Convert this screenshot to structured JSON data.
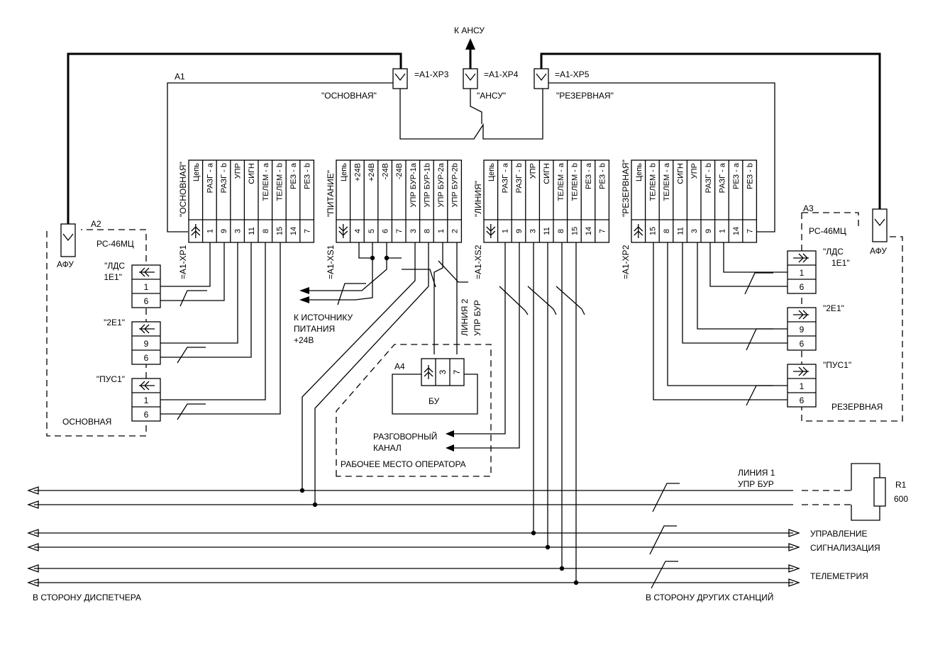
{
  "top": {
    "ansu_arrow": "К АНСУ",
    "a1": "A1",
    "xp3": "=A1-XP3",
    "xp4": "=A1-XP4",
    "xp5": "=A1-XP5",
    "osnovnaya": "\"ОСНОВНАЯ\"",
    "ansu": "\"АНСУ\"",
    "rezervnaya": "\"РЕЗЕРВНАЯ\""
  },
  "conn_xp1": {
    "title": "\"ОСНОВНАЯ\"",
    "ref": "=A1-XP1",
    "labels": [
      "Цепь",
      "РАЗГ - a",
      "РАЗГ - b",
      "УПР",
      "СИГН",
      "ТЕЛЕМ - a",
      "ТЕЛЕМ - b",
      "РЕЗ - a",
      "РЕЗ - b"
    ],
    "pins": [
      "1",
      "9",
      "3",
      "11",
      "8",
      "15",
      "14",
      "7"
    ]
  },
  "conn_xs1": {
    "title": "\"ПИТАНИЕ\"",
    "ref": "=A1-XS1",
    "labels": [
      "Цепь",
      "+24В",
      "+24В",
      "-24В",
      "-24В",
      "УПР БУР-1a",
      "УПР БУР-1b",
      "УПР БУР-2a",
      "УПР БУР-2b"
    ],
    "pins": [
      "4",
      "5",
      "6",
      "7",
      "3",
      "8",
      "1",
      "2"
    ]
  },
  "conn_xs2": {
    "title": "\"ЛИНИЯ\"",
    "ref": "=A1-XS2",
    "labels": [
      "Цепь",
      "РАЗГ - a",
      "РАЗГ - b",
      "УПР",
      "СИГН",
      "ТЕЛЕМ - a",
      "ТЕЛЕМ - b",
      "РЕЗ - a",
      "РЕЗ - b"
    ],
    "pins": [
      "1",
      "9",
      "3",
      "11",
      "8",
      "15",
      "14",
      "7"
    ]
  },
  "conn_xp2": {
    "title": "\"РЕЗЕРВНАЯ\"",
    "ref": "=A1-XP2",
    "labels": [
      "Цепь",
      "ТЕЛЕМ - b",
      "ТЕЛЕМ - a",
      "СИГН",
      "УПР",
      "РАЗГ - b",
      "РАЗГ - a",
      "РЕЗ - a",
      "РЕЗ - b"
    ],
    "pins": [
      "15",
      "8",
      "11",
      "3",
      "9",
      "1",
      "14",
      "7"
    ]
  },
  "a2": {
    "ref": "A2",
    "model": "РС-46МЦ",
    "afu": "АФУ",
    "footer": "ОСНОВНАЯ",
    "groups": [
      {
        "name": "\"ЛДС",
        "name2": "1Е1\"",
        "pins": [
          "1",
          "6"
        ]
      },
      {
        "name": "\"2Е1\"",
        "name2": "",
        "pins": [
          "9",
          "6"
        ]
      },
      {
        "name": "\"ПУС1\"",
        "name2": "",
        "pins": [
          "1",
          "6"
        ]
      }
    ]
  },
  "a3": {
    "ref": "A3",
    "model": "РС-46МЦ",
    "afu": "АФУ",
    "footer": "РЕЗЕРВНАЯ",
    "groups": [
      {
        "name": "\"ЛДС",
        "name2": "1Е1\"",
        "pins": [
          "1",
          "6"
        ]
      },
      {
        "name": "\"2Е1\"",
        "name2": "",
        "pins": [
          "9",
          "6"
        ]
      },
      {
        "name": "\"ПУС1\"",
        "name2": "",
        "pins": [
          "1",
          "6"
        ]
      }
    ]
  },
  "power": {
    "l1": "К ИСТОЧНИКУ",
    "l2": "ПИТАНИЯ",
    "l3": "+24В"
  },
  "line2": {
    "l1": "ЛИНИЯ 2",
    "l2": "УПР БУР"
  },
  "a4": {
    "ref": "A4",
    "name": "БУ",
    "pins": [
      "3",
      "7"
    ]
  },
  "operator": {
    "voice1": "РАЗГОВОРНЫЙ",
    "voice2": "КАНАЛ",
    "workplace": "РАБОЧЕЕ МЕСТО ОПЕРАТОРА"
  },
  "line1": {
    "l1": "ЛИНИЯ 1",
    "l2": "УПР БУР"
  },
  "r1": {
    "ref": "R1",
    "value": "600"
  },
  "buses": {
    "control": "УПРАВЛЕНИЕ",
    "signal": "СИГНАЛИЗАЦИЯ",
    "telemetry": "ТЕЛЕМЕТРИЯ",
    "to_dispatcher": "В СТОРОНУ ДИСПЕТЧЕРА",
    "to_stations": "В СТОРОНУ ДРУГИХ СТАНЦИЙ"
  }
}
